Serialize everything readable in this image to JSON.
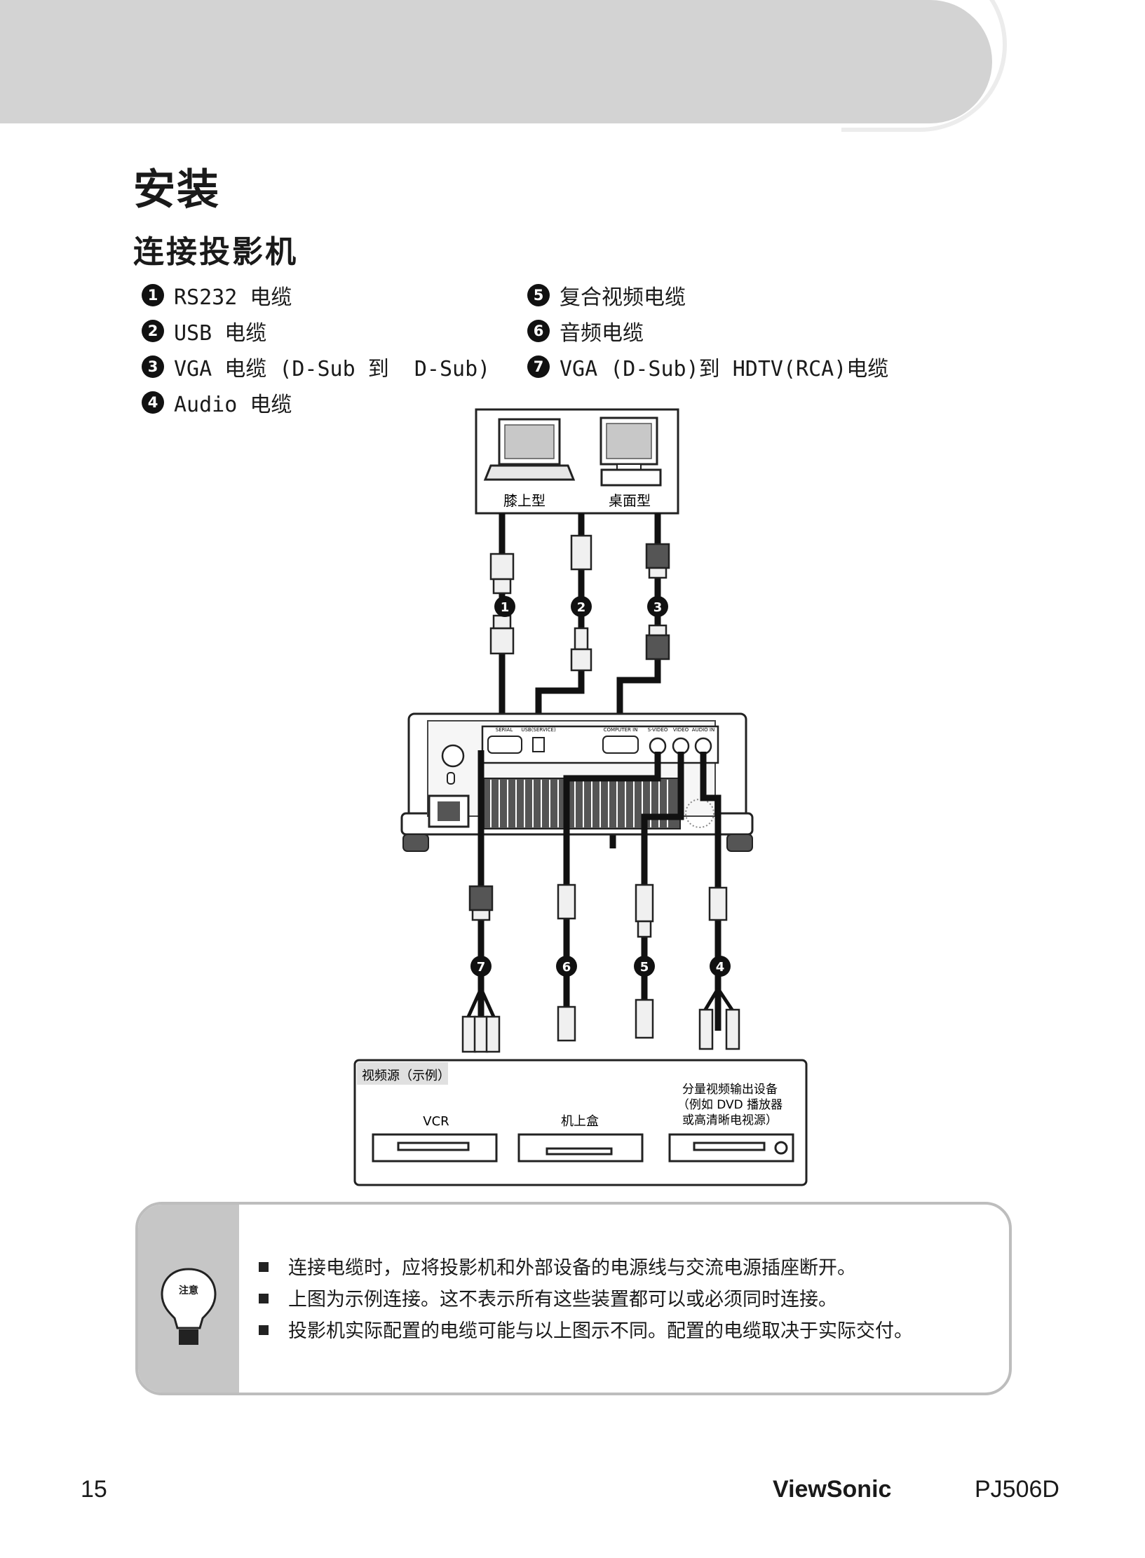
{
  "page": {
    "title": "安装",
    "section_title": "连接投影机"
  },
  "legend": [
    {
      "num": "1",
      "label": "RS232 电缆"
    },
    {
      "num": "2",
      "label": "USB 电缆"
    },
    {
      "num": "3",
      "label": "VGA 电缆 (D-Sub 到  D-Sub)"
    },
    {
      "num": "4",
      "label": "Audio 电缆"
    },
    {
      "num": "5",
      "label": "复合视频电缆"
    },
    {
      "num": "6",
      "label": "音频电缆"
    },
    {
      "num": "7",
      "label": "VGA (D-Sub)到 HDTV(RCA)电缆"
    }
  ],
  "diagram": {
    "computers": {
      "laptop": "膝上型",
      "desktop": "桌面型"
    },
    "ports": [
      "SERIAL",
      "USB(SERVICE)",
      "COMPUTER IN",
      "S-VIDEO",
      "VIDEO",
      "AUDIO IN"
    ],
    "cable_numbers_top": [
      "1",
      "2",
      "3"
    ],
    "cable_numbers_bottom": [
      "7",
      "6",
      "5",
      "4"
    ],
    "sources_title": "视频源（示例）",
    "sources": [
      {
        "name": "VCR"
      },
      {
        "name": "机上盒"
      },
      {
        "name": "分量视频输出设备",
        "line2": "（例如 DVD 播放器",
        "line3": "或高清晰电视源）"
      }
    ]
  },
  "note": {
    "icon_label": "注意",
    "items": [
      "连接电缆时，应将投影机和外部设备的电源线与交流电源插座断开。",
      "上图为示例连接。这不表示所有这些装置都可以或必须同时连接。",
      "投影机实际配置的电缆可能与以上图示不同。配置的电缆取决于实际交付。"
    ]
  },
  "footer": {
    "page_number": "15",
    "brand": "ViewSonic",
    "model": "PJ506D"
  },
  "colors": {
    "banner": "#d3d3d3",
    "note_side": "#c6c6c6",
    "note_border": "#bdbdbd"
  }
}
